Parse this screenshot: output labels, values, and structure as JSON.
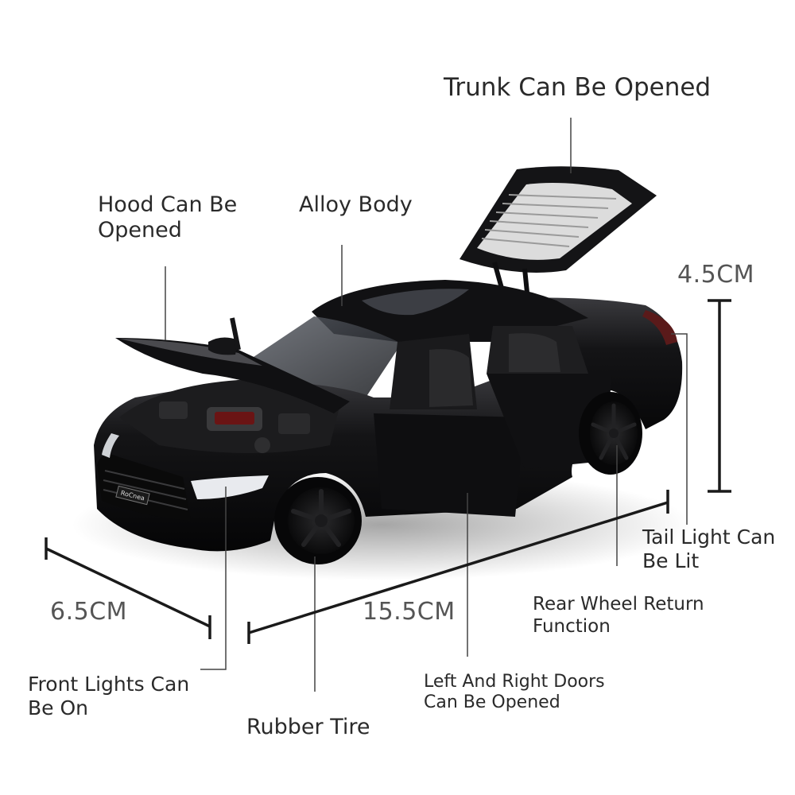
{
  "callouts": {
    "trunk": "Trunk Can Be Opened",
    "hood": [
      "Hood Can Be",
      "Opened"
    ],
    "alloy_body": "Alloy Body",
    "tail_light": [
      "Tail Light Can",
      "Be Lit"
    ],
    "rear_wheel": [
      "Rear Wheel Return",
      "Function"
    ],
    "front_lights": [
      "Front Lights Can",
      "Be On"
    ],
    "rubber_tire": "Rubber Tire",
    "doors": [
      "Left And Right Doors",
      "Can Be Opened"
    ]
  },
  "dimensions": {
    "height": "4.5CM",
    "width": "6.5CM",
    "length": "15.5CM"
  },
  "plate_text": "RoCnea",
  "colors": {
    "body": "#0c0c0e",
    "background": "#ffffff",
    "leader_line": "#444444",
    "dimension_line": "#1a1a1a"
  }
}
